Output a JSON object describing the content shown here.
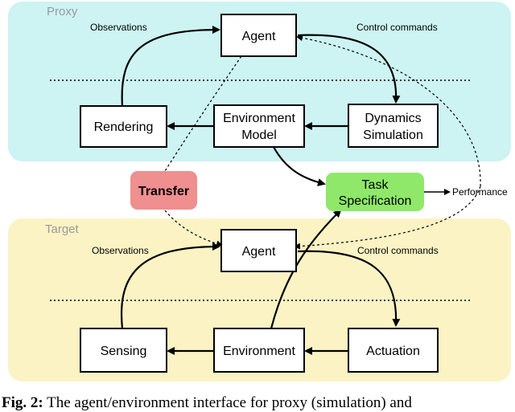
{
  "regions": {
    "proxy": "Proxy",
    "target": "Target"
  },
  "nodes": {
    "proxy_agent": "Agent",
    "rendering": "Rendering",
    "environment_model_line1": "Environment",
    "environment_model_line2": "Model",
    "dynamics_line1": "Dynamics",
    "dynamics_line2": "Simulation",
    "transfer": "Transfer",
    "task_line1": "Task",
    "task_line2": "Specification",
    "target_agent": "Agent",
    "sensing": "Sensing",
    "environment": "Environment",
    "actuation": "Actuation"
  },
  "edges": {
    "proxy_observations": "Observations",
    "proxy_control": "Control commands",
    "performance": "Performance",
    "target_observations": "Observations",
    "target_control": "Control commands"
  },
  "caption": {
    "label": "Fig. 2:",
    "text": "The agent/environment interface for proxy (simulation) and"
  },
  "colors": {
    "proxy_bg": "#cdf3f3",
    "target_bg": "#fbf3c4",
    "transfer_fill": "#ef8f8f",
    "task_fill": "#8fe86a"
  }
}
